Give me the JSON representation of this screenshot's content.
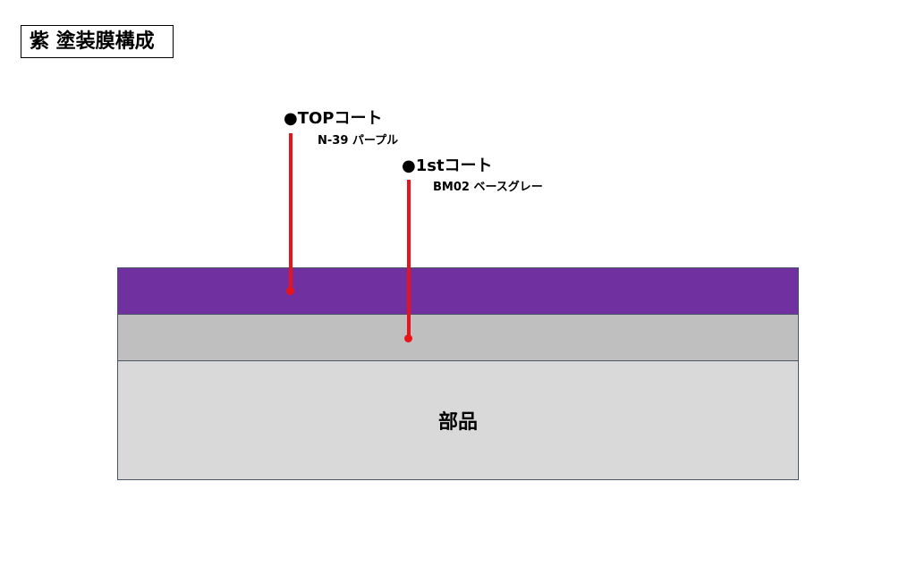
{
  "title": "紫 塗装膜構成",
  "colors": {
    "top_coat": "#7030a0",
    "base_coat": "#bfbfbf",
    "part": "#d9d9d9",
    "leader": "#e8141b",
    "layer_border": "#4a5568"
  },
  "callouts": {
    "top": {
      "title": "●TOPコート",
      "product": "N-39 パープル"
    },
    "first": {
      "title": "●1stコート",
      "product": "BM02 ベースグレー"
    }
  },
  "layers": {
    "part_label": "部品"
  }
}
